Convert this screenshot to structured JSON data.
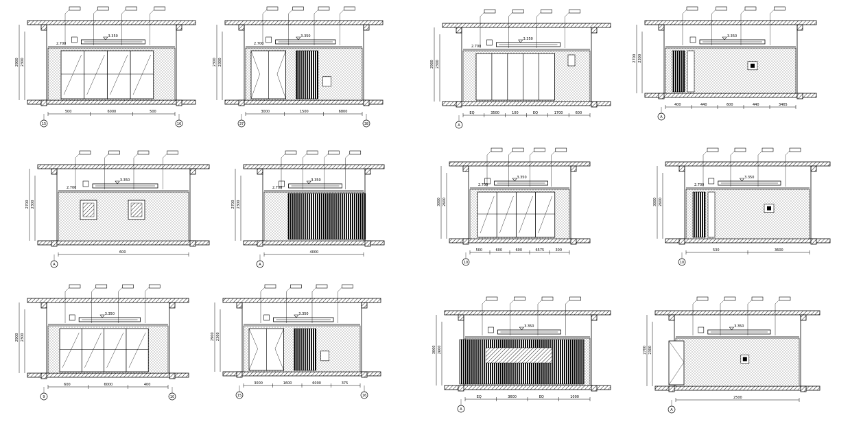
{
  "sheet": {
    "elevations": [
      {
        "id": "e1",
        "ceiling_level": "3.350",
        "level_2": "2.700",
        "heights": [
          "2900",
          "2300"
        ],
        "widths": [
          "500",
          "6000",
          "500"
        ],
        "axes": [
          "15",
          "16"
        ]
      },
      {
        "id": "e2",
        "ceiling_level": "3.350",
        "level_2": "2.700",
        "heights": [
          "2300",
          "2300"
        ],
        "widths": [
          "3000",
          "1500",
          "6800"
        ],
        "axes": [
          "37",
          "38"
        ]
      },
      {
        "id": "e3",
        "ceiling_level": "3.350",
        "level_2": "2.700",
        "heights": [
          "2900",
          "2300"
        ],
        "widths": [
          "EQ",
          "3500",
          "100",
          "EQ",
          "1700",
          "600"
        ],
        "axes": [
          "A"
        ]
      },
      {
        "id": "e4",
        "ceiling_level": "3.350",
        "level_2": "",
        "heights": [
          "2700",
          "2300"
        ],
        "widths": [
          "400",
          "440",
          "600",
          "440",
          "3465"
        ],
        "axes": [
          "A"
        ]
      },
      {
        "id": "e5",
        "ceiling_level": "3.350",
        "level_2": "2.700",
        "heights": [
          "2700",
          "2300"
        ],
        "widths": [
          "600"
        ],
        "axes": [
          "A"
        ]
      },
      {
        "id": "e6",
        "ceiling_level": "3.350",
        "level_2": "2.700",
        "heights": [
          "2700",
          "2300"
        ],
        "widths": [
          "4000"
        ],
        "axes": [
          "A"
        ]
      },
      {
        "id": "e7",
        "ceiling_level": "3.350",
        "level_2": "2.700",
        "heights": [
          "3000",
          "2600"
        ],
        "widths": [
          "500",
          "600",
          "600",
          "6575",
          "300"
        ],
        "axes": [
          "10"
        ]
      },
      {
        "id": "e8",
        "ceiling_level": "3.350",
        "level_2": "2.700",
        "heights": [
          "3000",
          "2600"
        ],
        "widths": [
          "530",
          "3600"
        ],
        "axes": [
          "10"
        ]
      },
      {
        "id": "e9",
        "ceiling_level": "3.350",
        "level_2": "",
        "heights": [
          "2900",
          "2300"
        ],
        "widths": [
          "600",
          "6000",
          "400"
        ],
        "axes": [
          "9",
          "10"
        ]
      },
      {
        "id": "e10",
        "ceiling_level": "3.350",
        "level_2": "",
        "heights": [
          "2900",
          "2300"
        ],
        "widths": [
          "3000",
          "1600",
          "6000",
          "375"
        ],
        "axes": [
          "15",
          "16"
        ]
      },
      {
        "id": "e11",
        "ceiling_level": "3.350",
        "level_2": "",
        "heights": [
          "3000",
          "2600"
        ],
        "widths": [
          "EQ",
          "3600",
          "EQ",
          "1000"
        ],
        "axes": [
          "A"
        ]
      },
      {
        "id": "e12",
        "ceiling_level": "3.350",
        "level_2": "",
        "heights": [
          "2700",
          "2300"
        ],
        "widths": [
          "2500"
        ],
        "axes": [
          "A"
        ]
      }
    ]
  }
}
